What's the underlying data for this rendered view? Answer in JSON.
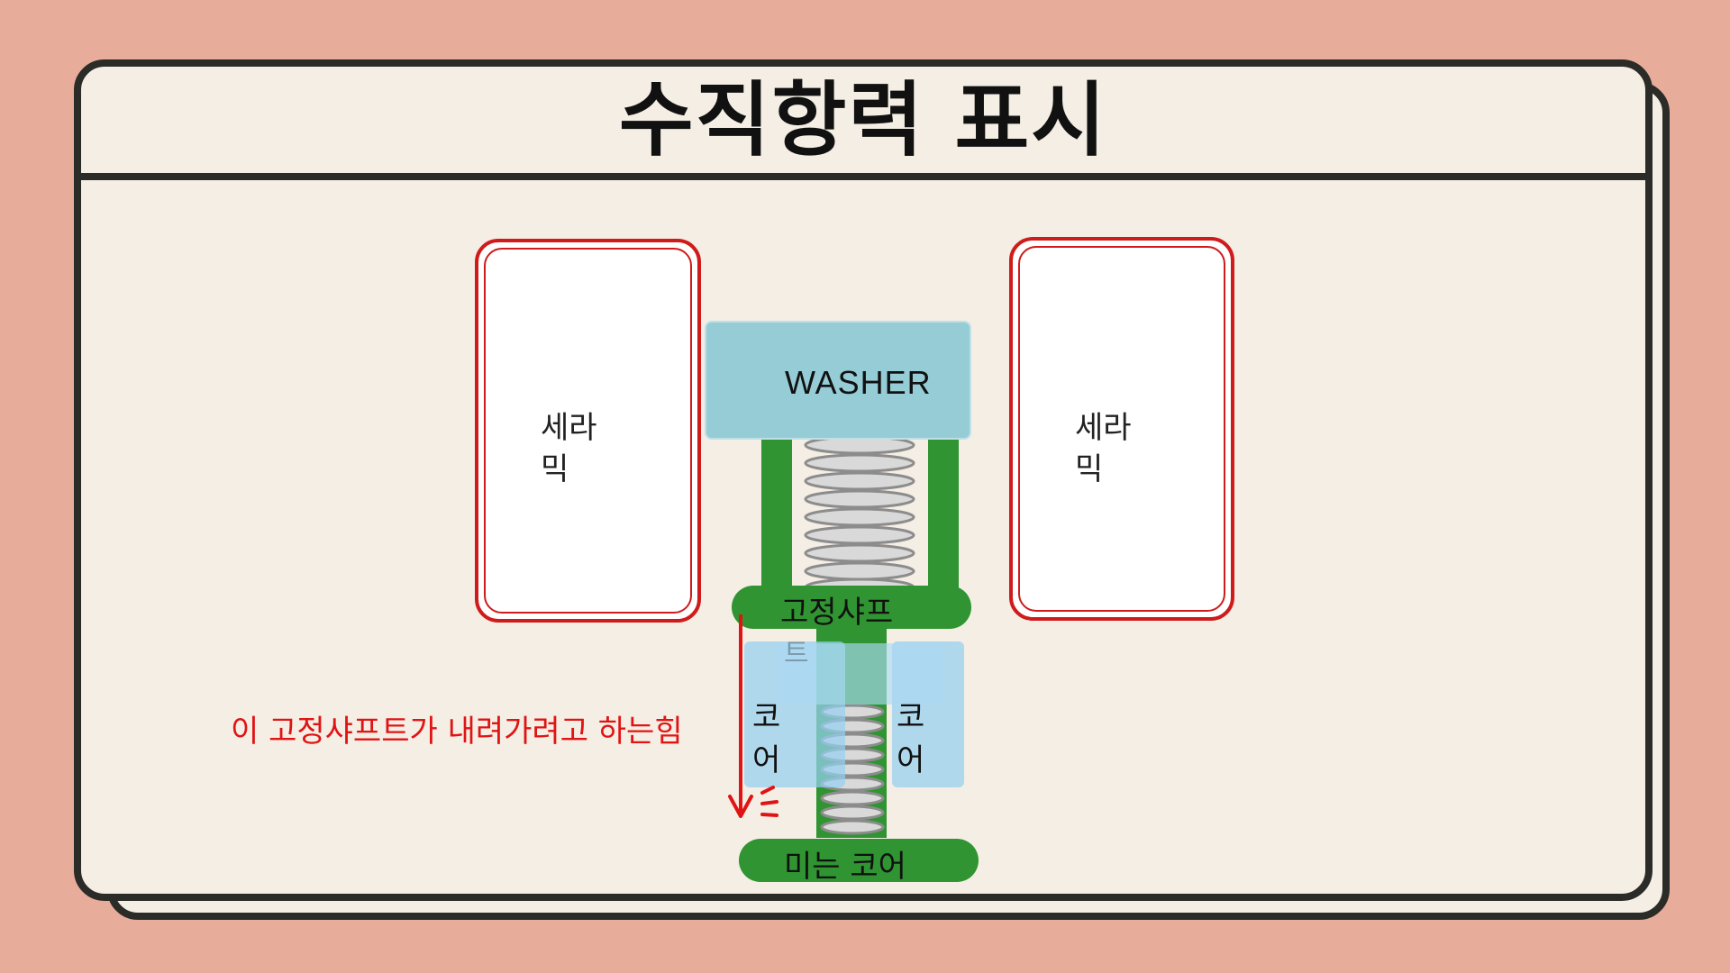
{
  "title": "수직항력 표시",
  "left_ceramic": {
    "label": "세라\n믹"
  },
  "right_ceramic": {
    "label": "세라\n믹"
  },
  "washer": {
    "label": "WASHER"
  },
  "fixed_shaft": {
    "label": "고정샤프",
    "overflow_char": "트"
  },
  "left_core": {
    "label": "코\n어"
  },
  "right_core": {
    "label": "코\n어"
  },
  "pushing_core": {
    "label": "미는 코어"
  },
  "force_annotation": "이 고정샤프트가 내려가려고 하는힘",
  "colors": {
    "background": "#e8ad9a",
    "card": "#f4eee4",
    "outline": "#2b2b27",
    "ceramic_border": "#cf1b1b",
    "green": "#2f9431",
    "washer": "#95ccd6",
    "core": "#96d0f0",
    "arrow": "#e01414"
  }
}
